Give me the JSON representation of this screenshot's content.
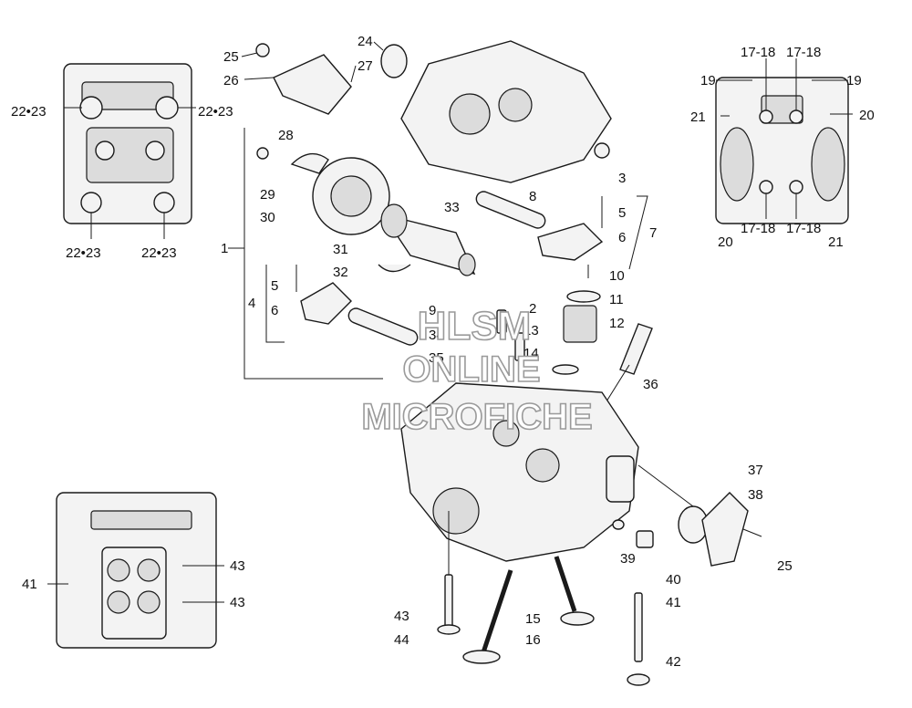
{
  "watermark": {
    "line1": "HLSM",
    "line2": "ONLINE",
    "line3": "MICROFICHE"
  },
  "callouts": [
    "25",
    "26",
    "24",
    "27",
    "28",
    "29",
    "30",
    "31",
    "32",
    "33",
    "8",
    "5",
    "6",
    "7",
    "3",
    "1",
    "4",
    "5",
    "6",
    "9",
    "34",
    "35",
    "2",
    "13",
    "14",
    "10",
    "11",
    "12",
    "36",
    "22•23",
    "22•23",
    "22•23",
    "22•23",
    "17-18",
    "17-18",
    "19",
    "19",
    "21",
    "20",
    "17-18",
    "17-18",
    "20",
    "21",
    "37",
    "38",
    "25",
    "39",
    "40",
    "41",
    "42",
    "43",
    "44",
    "15",
    "16",
    "41",
    "43",
    "43"
  ],
  "colors": {
    "ink": "#1a1a1a",
    "part_fill": "#f3f3f3",
    "shade": "#dcdcdc",
    "watermark_stroke": "#9a9a9a"
  }
}
